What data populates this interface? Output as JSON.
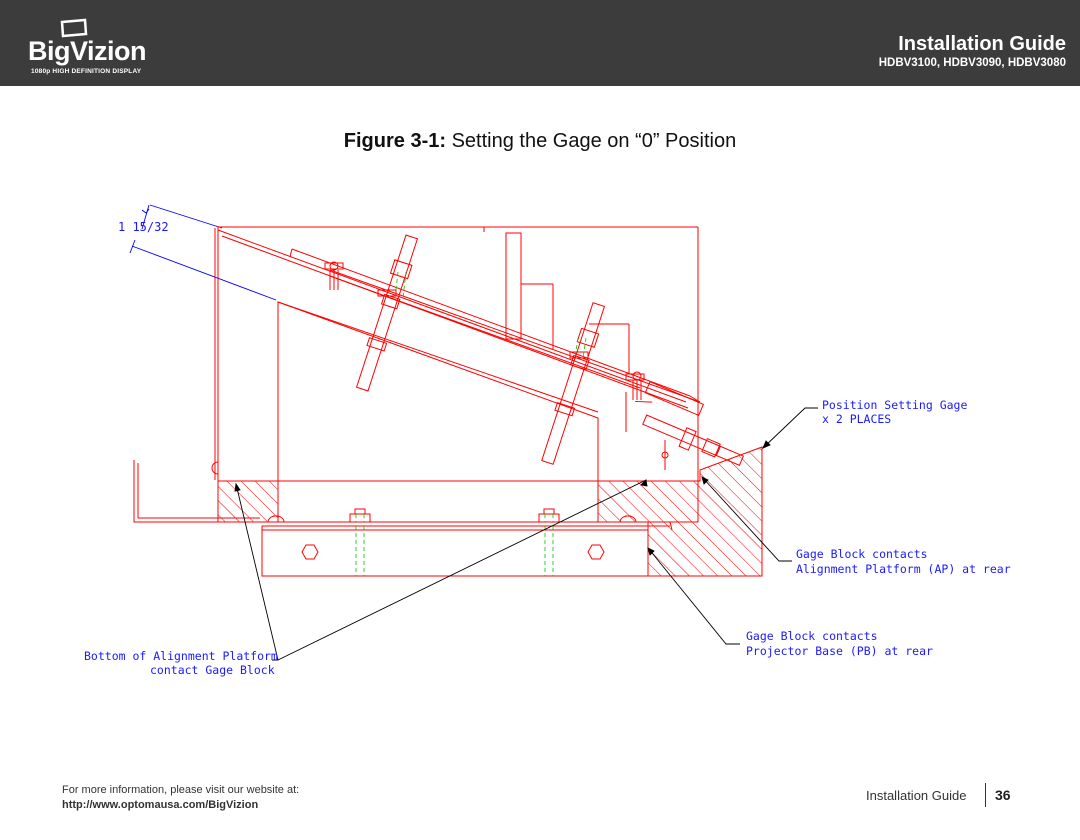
{
  "header": {
    "brand": "BigVizion",
    "brand_tagline": "1080p HIGH DEFINITION DISPLAY",
    "title": "Installation Guide",
    "models": "HDBV3100, HDBV3090, HDBV3080"
  },
  "figure": {
    "number": "Figure 3-1:",
    "title": "Setting the Gage on “0” Position",
    "dimension_label": "1 15/32",
    "callouts": {
      "position_gage_line1": "Position Setting Gage",
      "position_gage_line2": "x 2 PLACES",
      "gage_ap_line1": "Gage Block contacts",
      "gage_ap_line2": "Alignment Platform (AP) at rear",
      "gage_pb_line1": "Gage Block contacts",
      "gage_pb_line2": "Projector Base (PB) at rear",
      "bottom_ap_line1": "Bottom of Alignment Platform",
      "bottom_ap_line2": "contact Gage Block"
    },
    "colors": {
      "drawing": "#ff0000",
      "dimension": "#0000ff",
      "callout_text": "#1a1aff",
      "leader": "#000000",
      "stud_center": "#00c000"
    }
  },
  "footer": {
    "info": "For more information, please visit our website at:",
    "url": "http://www.optomausa.com/BigVizion",
    "guide_label": "Installation Guide",
    "page_number": "36"
  }
}
